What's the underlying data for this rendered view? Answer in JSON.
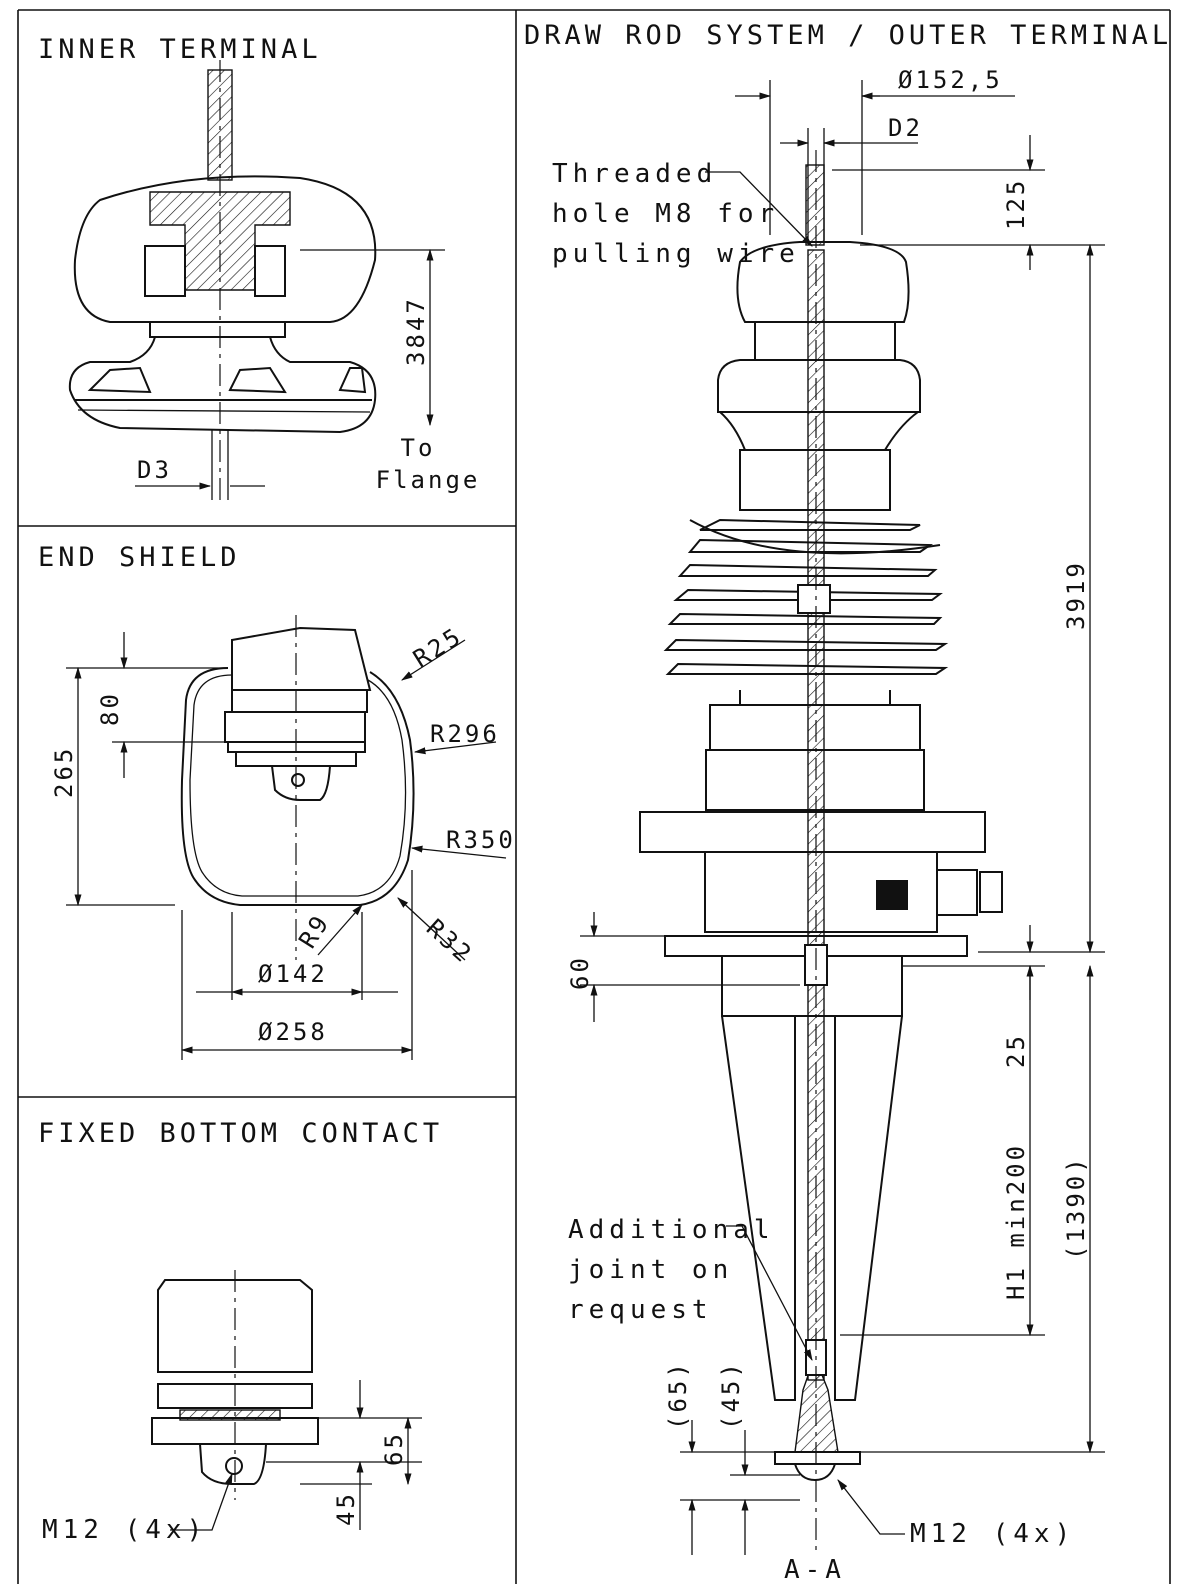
{
  "panels": {
    "inner_terminal": {
      "title": "INNER TERMINAL",
      "dim_height": "3847",
      "dim_d3": "D3",
      "to_flange_line1": "To",
      "to_flange_line2": "Flange"
    },
    "end_shield": {
      "title": "END SHIELD",
      "dim_80": "80",
      "dim_265": "265",
      "r25": "R25",
      "r296": "R296",
      "r350": "R350",
      "r9": "R9",
      "r32": "R32",
      "dia_142": "Ø142",
      "dia_258": "Ø258"
    },
    "fixed_bottom_contact": {
      "title": "FIXED BOTTOM CONTACT",
      "dim_65": "65",
      "dim_45": "45",
      "m12": "M12 (4x)"
    },
    "draw_rod": {
      "title": "DRAW ROD SYSTEM / OUTER TERMINAL",
      "dia_1525": "Ø152,5",
      "d2": "D2",
      "threaded_1": "Threaded",
      "threaded_2": "hole M8 for",
      "threaded_3": "pulling wire",
      "dim_125": "125",
      "dim_3919": "3919",
      "dim_60": "60",
      "dim_25": "25",
      "dim_h1": "H1 min200",
      "dim_1390": "(1390)",
      "additional_1": "Additional",
      "additional_2": "joint on",
      "additional_3": "request",
      "dim_65p": "(65)",
      "dim_45p": "(45)",
      "section": "A-A",
      "m12": "M12 (4x)"
    }
  }
}
